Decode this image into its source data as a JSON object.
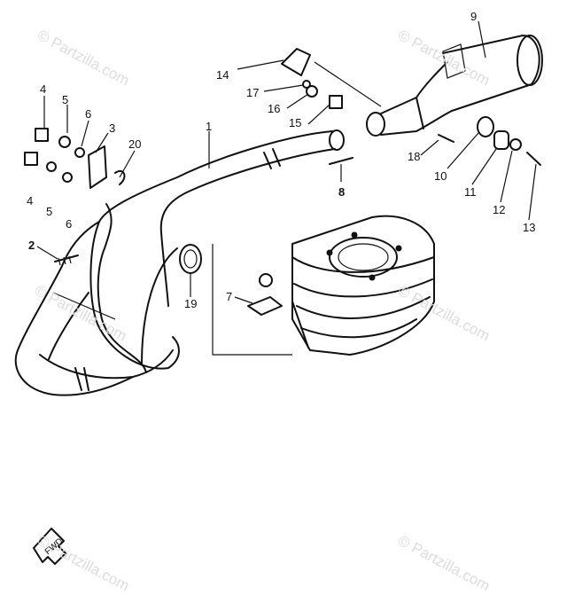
{
  "watermark": "© Partzilla.com",
  "fwd_label": "FWD",
  "callouts": {
    "c1": "1",
    "c2": "2",
    "c3": "3",
    "c4a": "4",
    "c4b": "4",
    "c5a": "5",
    "c5b": "5",
    "c6a": "6",
    "c6b": "6",
    "c7": "7",
    "c8": "8",
    "c9": "9",
    "c10": "10",
    "c11": "11",
    "c12": "12",
    "c13": "13",
    "c14": "14",
    "c15": "15",
    "c16": "16",
    "c17": "17",
    "c18": "18",
    "c19": "19",
    "c20": "20"
  }
}
